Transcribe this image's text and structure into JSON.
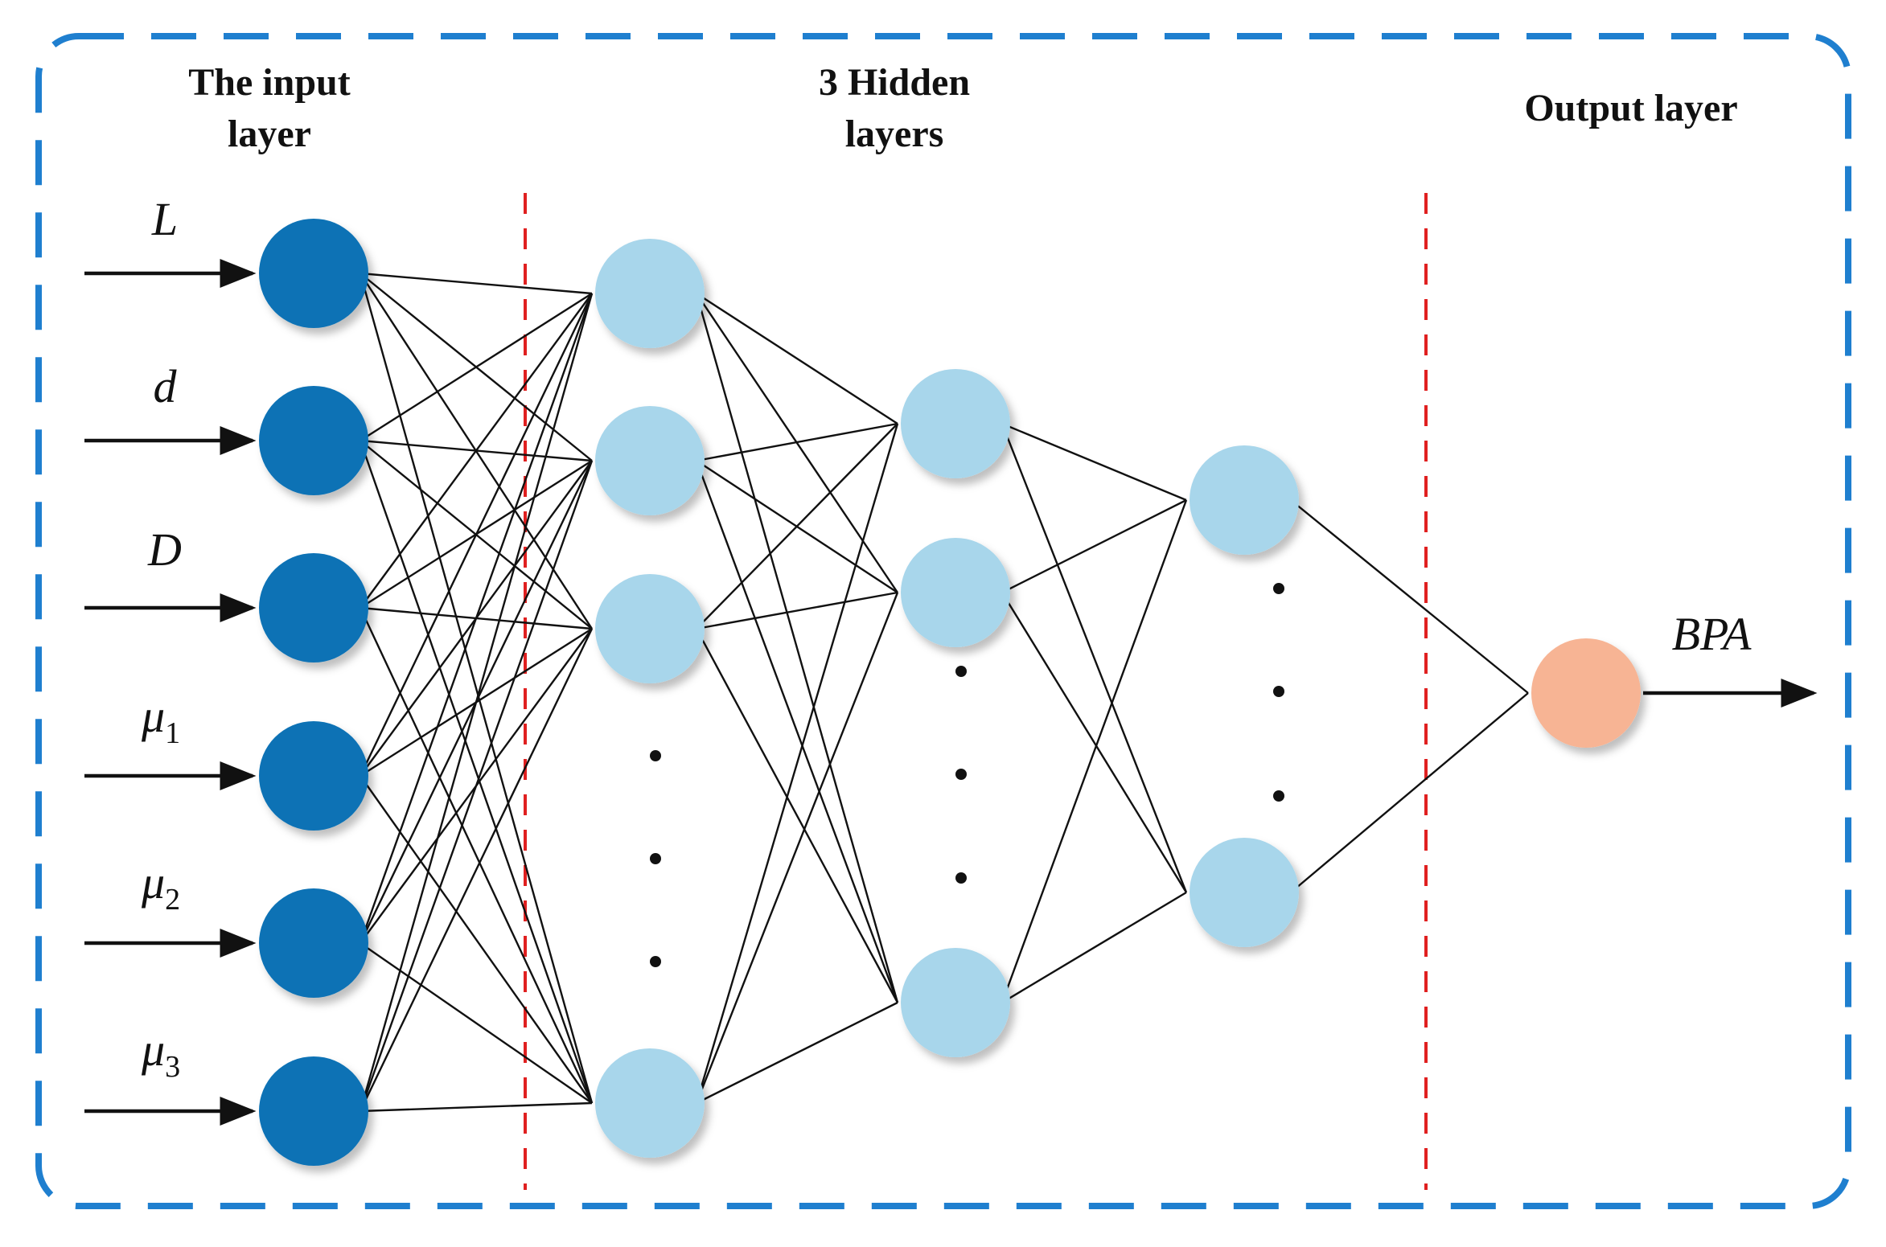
{
  "titles": {
    "input": [
      "The input",
      "layer"
    ],
    "hidden": [
      "3 Hidden",
      "layers"
    ],
    "output": "Output layer"
  },
  "inputs": [
    {
      "symbol": "L",
      "sub": ""
    },
    {
      "symbol": "d",
      "sub": ""
    },
    {
      "symbol": "D",
      "sub": ""
    },
    {
      "symbol": "μ",
      "sub": "1"
    },
    {
      "symbol": "μ",
      "sub": "2"
    },
    {
      "symbol": "μ",
      "sub": "3"
    }
  ],
  "output": {
    "label": "BPA"
  },
  "colors": {
    "frame": "#1F7FCF",
    "separator": "#E02020",
    "input_node": "#0A72B5",
    "hidden_node": "#A8D6EB",
    "output_node": "#F7B494",
    "edge": "#111111"
  }
}
